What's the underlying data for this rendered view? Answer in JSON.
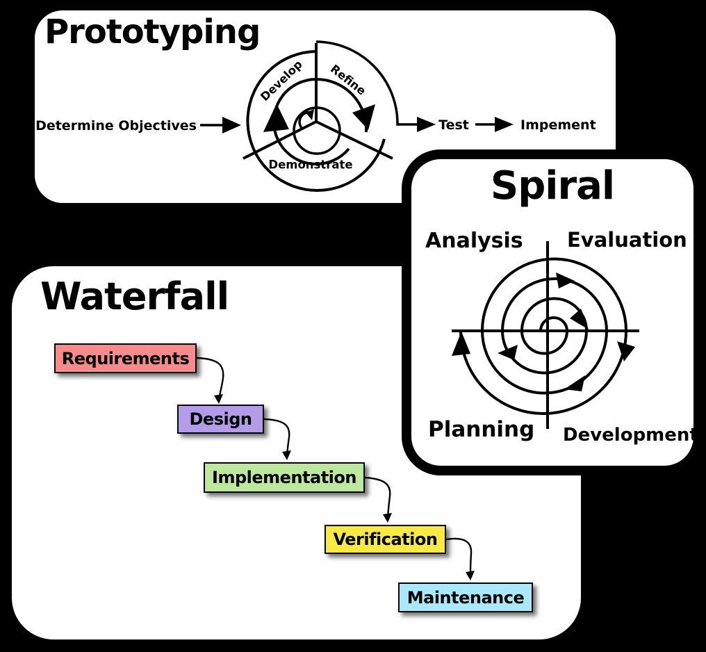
{
  "colors": {
    "background": "#000000",
    "panel": "#ffffff",
    "ink": "#000000"
  },
  "panels": {
    "prototyping": {
      "title": "Prototyping",
      "cycle_labels": {
        "develop": "Develop",
        "refine": "Refine",
        "demonstrate": "Demonstrate"
      },
      "entry_label": "Determine Objectives",
      "exit_label_1": "Test",
      "exit_label_2": "Impement"
    },
    "spiral": {
      "title": "Spiral",
      "quadrant_labels": {
        "top_left": "Analysis",
        "top_right": "Evaluation",
        "bottom_left": "Planning",
        "bottom_right": "Development"
      }
    },
    "waterfall": {
      "title": "Waterfall",
      "steps": [
        {
          "label": "Requirements",
          "color": "#f78a8a"
        },
        {
          "label": "Design",
          "color": "#b49ce9"
        },
        {
          "label": "Implementation",
          "color": "#bee89e"
        },
        {
          "label": "Verification",
          "color": "#f8ea43"
        },
        {
          "label": "Maintenance",
          "color": "#a9e9fb"
        }
      ]
    }
  }
}
